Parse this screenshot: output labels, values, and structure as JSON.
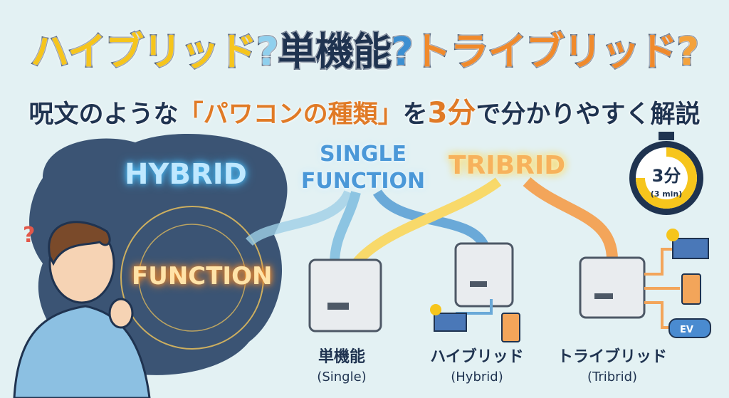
{
  "title": {
    "part1": "ハイブリッド",
    "q1": "?",
    "part2": "単機能",
    "q2": "?",
    "part3": "トライブリッド",
    "q3": "?"
  },
  "subtitle": {
    "pre": "呪文のような",
    "highlight": "「パワコンの種類」",
    "mid": "を",
    "num": "3分",
    "post": "で分かりやすく解説"
  },
  "spell_words": {
    "hybrid": "HYBRID",
    "function": "FUNCTION"
  },
  "flow_labels": {
    "single": "SINGLE FUNCTION",
    "tribrid": "TRIBRID"
  },
  "timer": {
    "value": "3分",
    "sub": "(3 min)"
  },
  "ev_label": "EV",
  "types": [
    {
      "ja": "単機能",
      "en": "(Single)"
    },
    {
      "ja": "ハイブリッド",
      "en": "(Hybrid)"
    },
    {
      "ja": "トライブリッド",
      "en": "(Tribrid)"
    }
  ],
  "colors": {
    "navy": "#1f3350",
    "orange": "#f08a2c",
    "yellow": "#f6c51c",
    "blue": "#3c8fd1"
  }
}
